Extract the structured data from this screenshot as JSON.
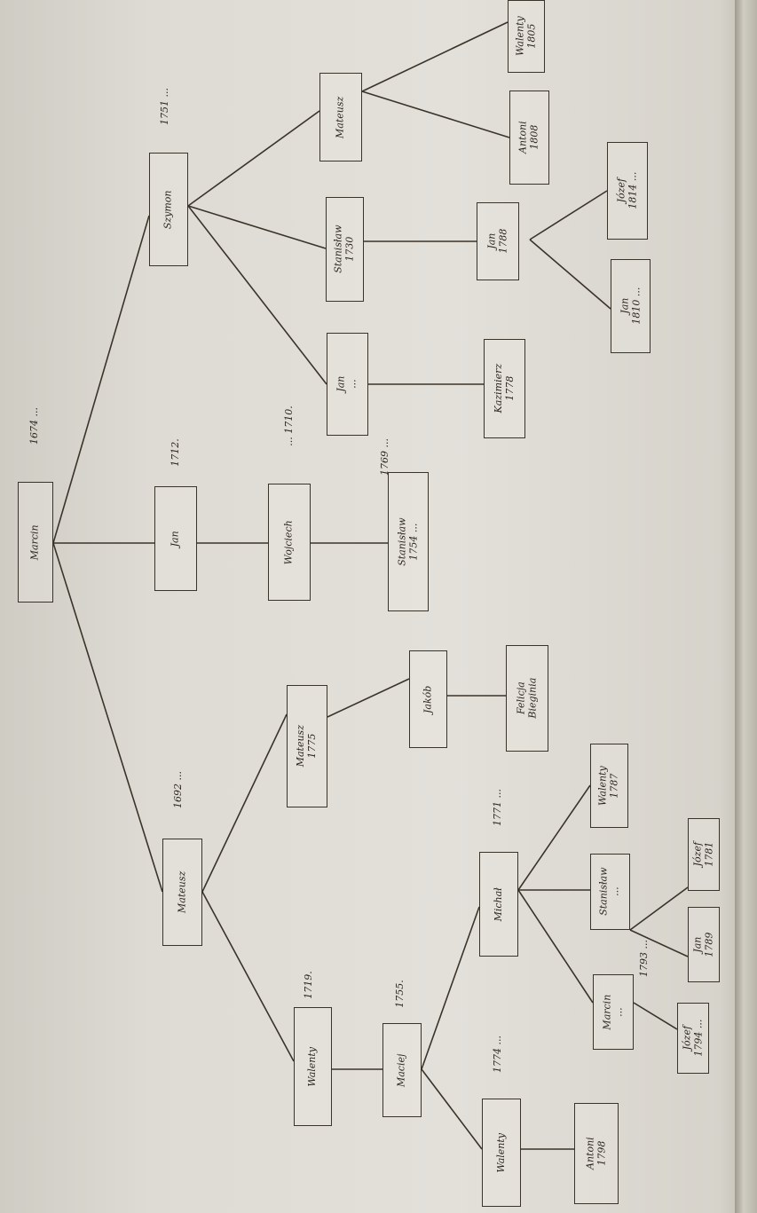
{
  "diagram": {
    "nodes": {
      "marcin": {
        "label": "Marcin"
      },
      "jan_1712": {
        "label": "Jan"
      },
      "szymon": {
        "label": "Szymon"
      },
      "mateusz_top": {
        "label": "Mateusz"
      },
      "wojciech": {
        "label": "Wojciech"
      },
      "stanislaw_1754": {
        "label": "Stanisław\n1754 ..."
      },
      "mateusz_1775": {
        "label": "Mateusz\n1775"
      },
      "jakob": {
        "label": "Jakób"
      },
      "felicja": {
        "label": "Felicja\nBieginia"
      },
      "walenty_1719": {
        "label": "Walenty"
      },
      "maciej": {
        "label": "Maciej"
      },
      "walenty_b": {
        "label": "Walenty"
      },
      "antoni_1798": {
        "label": "Antoni\n1798"
      },
      "michal": {
        "label": "Michał"
      },
      "marcin_b": {
        "label": "Marcin\n..."
      },
      "stanislaw_b": {
        "label": "Stanisław\n..."
      },
      "walenty_1787": {
        "label": "Walenty\n1787"
      },
      "jozef_1781": {
        "label": "Józef\n1781"
      },
      "jan_1789": {
        "label": "Jan\n1789"
      },
      "jozef_b": {
        "label": "Józef\n1794 ..."
      },
      "mateusz_r": {
        "label": "Mateusz"
      },
      "stanislaw_1730": {
        "label": "Stanisław\n1730"
      },
      "jan_r": {
        "label": "Jan\n..."
      },
      "kazimierz_1778": {
        "label": "Kazimierz\n1778"
      },
      "jan_1788": {
        "label": "Jan\n1788"
      },
      "jozef_1814": {
        "label": "Józef\n1814 ..."
      },
      "jan_1810": {
        "label": "Jan\n1810 ..."
      },
      "antoni_1808": {
        "label": "Antoni\n1808"
      },
      "walenty_1805": {
        "label": "Walenty\n1805"
      }
    },
    "annotations": {
      "marcin_note": "1674 ...",
      "jan_year": "1712.",
      "szymon_note": "1751 ...",
      "mateusz_note": "1692 ...",
      "wojciech_note": "... 1710.",
      "walenty_year": "1719.",
      "maciej_year": "1755.",
      "walenty_b_note": "1774 ...",
      "michal_note": "1771 ...",
      "jan_r_note": "1769 ...",
      "stan_note": "1793 ..."
    }
  }
}
